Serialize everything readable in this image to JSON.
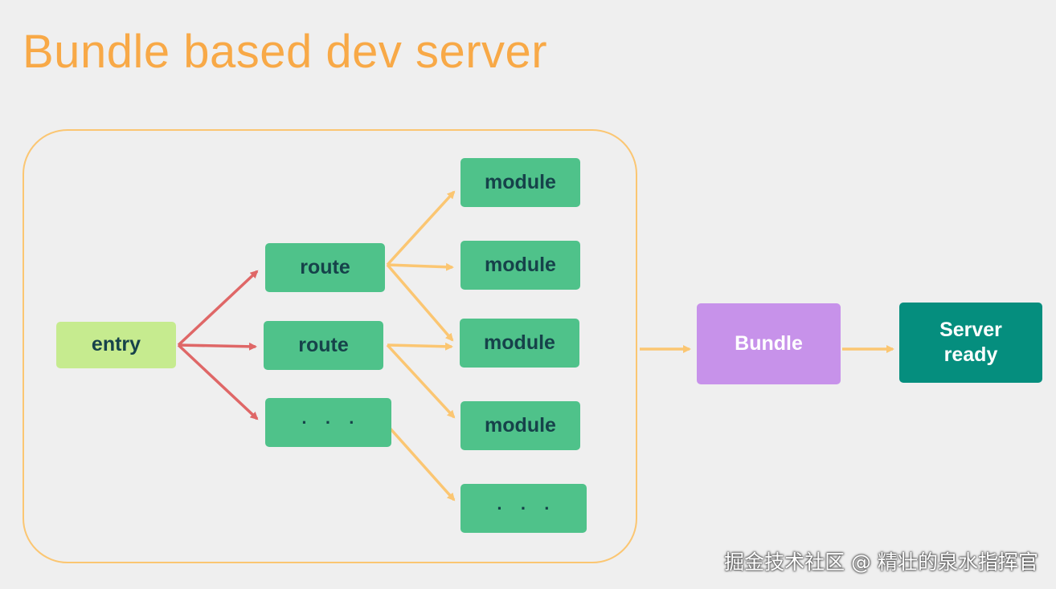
{
  "title": "Bundle based dev server",
  "nodes": {
    "entry": "entry",
    "route_1": "route",
    "route_2": "route",
    "route_3": "· · ·",
    "module_1": "module",
    "module_2": "module",
    "module_3": "module",
    "module_4": "module",
    "module_5": "· · ·",
    "bundle": "Bundle",
    "server_line1": "Server",
    "server_line2": "ready"
  },
  "colors": {
    "title": "#f8a947",
    "container_border": "#fbc672",
    "red_arrow": "#df6767",
    "orange_arrow": "#fbc672",
    "module_fill": "#4fc28a",
    "entry_fill": "#c6eb8f",
    "bundle_fill": "#c792ea",
    "server_fill": "#058e7e",
    "node_text": "#16424a"
  },
  "watermark": "掘金技术社区 @ 精壮的泉水指挥官"
}
